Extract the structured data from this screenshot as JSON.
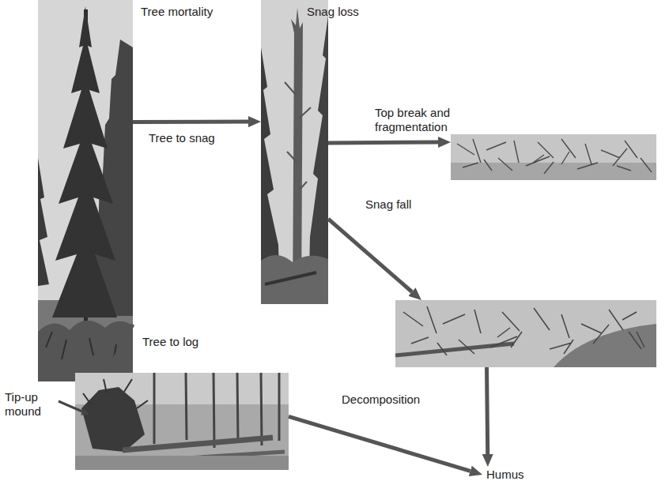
{
  "diagram": {
    "nodes": [
      {
        "text": [
          "Tree mortality"
        ]
      },
      {
        "text": [
          "Snag loss"
        ]
      },
      {
        "text": []
      },
      {
        "text": []
      },
      {
        "text": []
      },
      {
        "text": [
          "Humus"
        ]
      }
    ],
    "edges": [
      {
        "from": 0,
        "to": 1,
        "label": "Tree to snag",
        "arrow": "to"
      },
      {
        "from": 1,
        "to": 2,
        "label": "Top break and fragmentation",
        "arrow": "to"
      },
      {
        "from": 1,
        "to": 3,
        "label": "Snag fall",
        "arrow": "to"
      },
      {
        "from": 0,
        "to": 4,
        "label": "Tree to log",
        "arrow": "to"
      },
      {
        "from": 4,
        "to": 5,
        "label": "Decomposition",
        "arrow": "to"
      },
      {
        "from": 3,
        "to": 5,
        "arrow": "to"
      }
    ],
    "labels": [
      "Tip-up mound"
    ]
  }
}
